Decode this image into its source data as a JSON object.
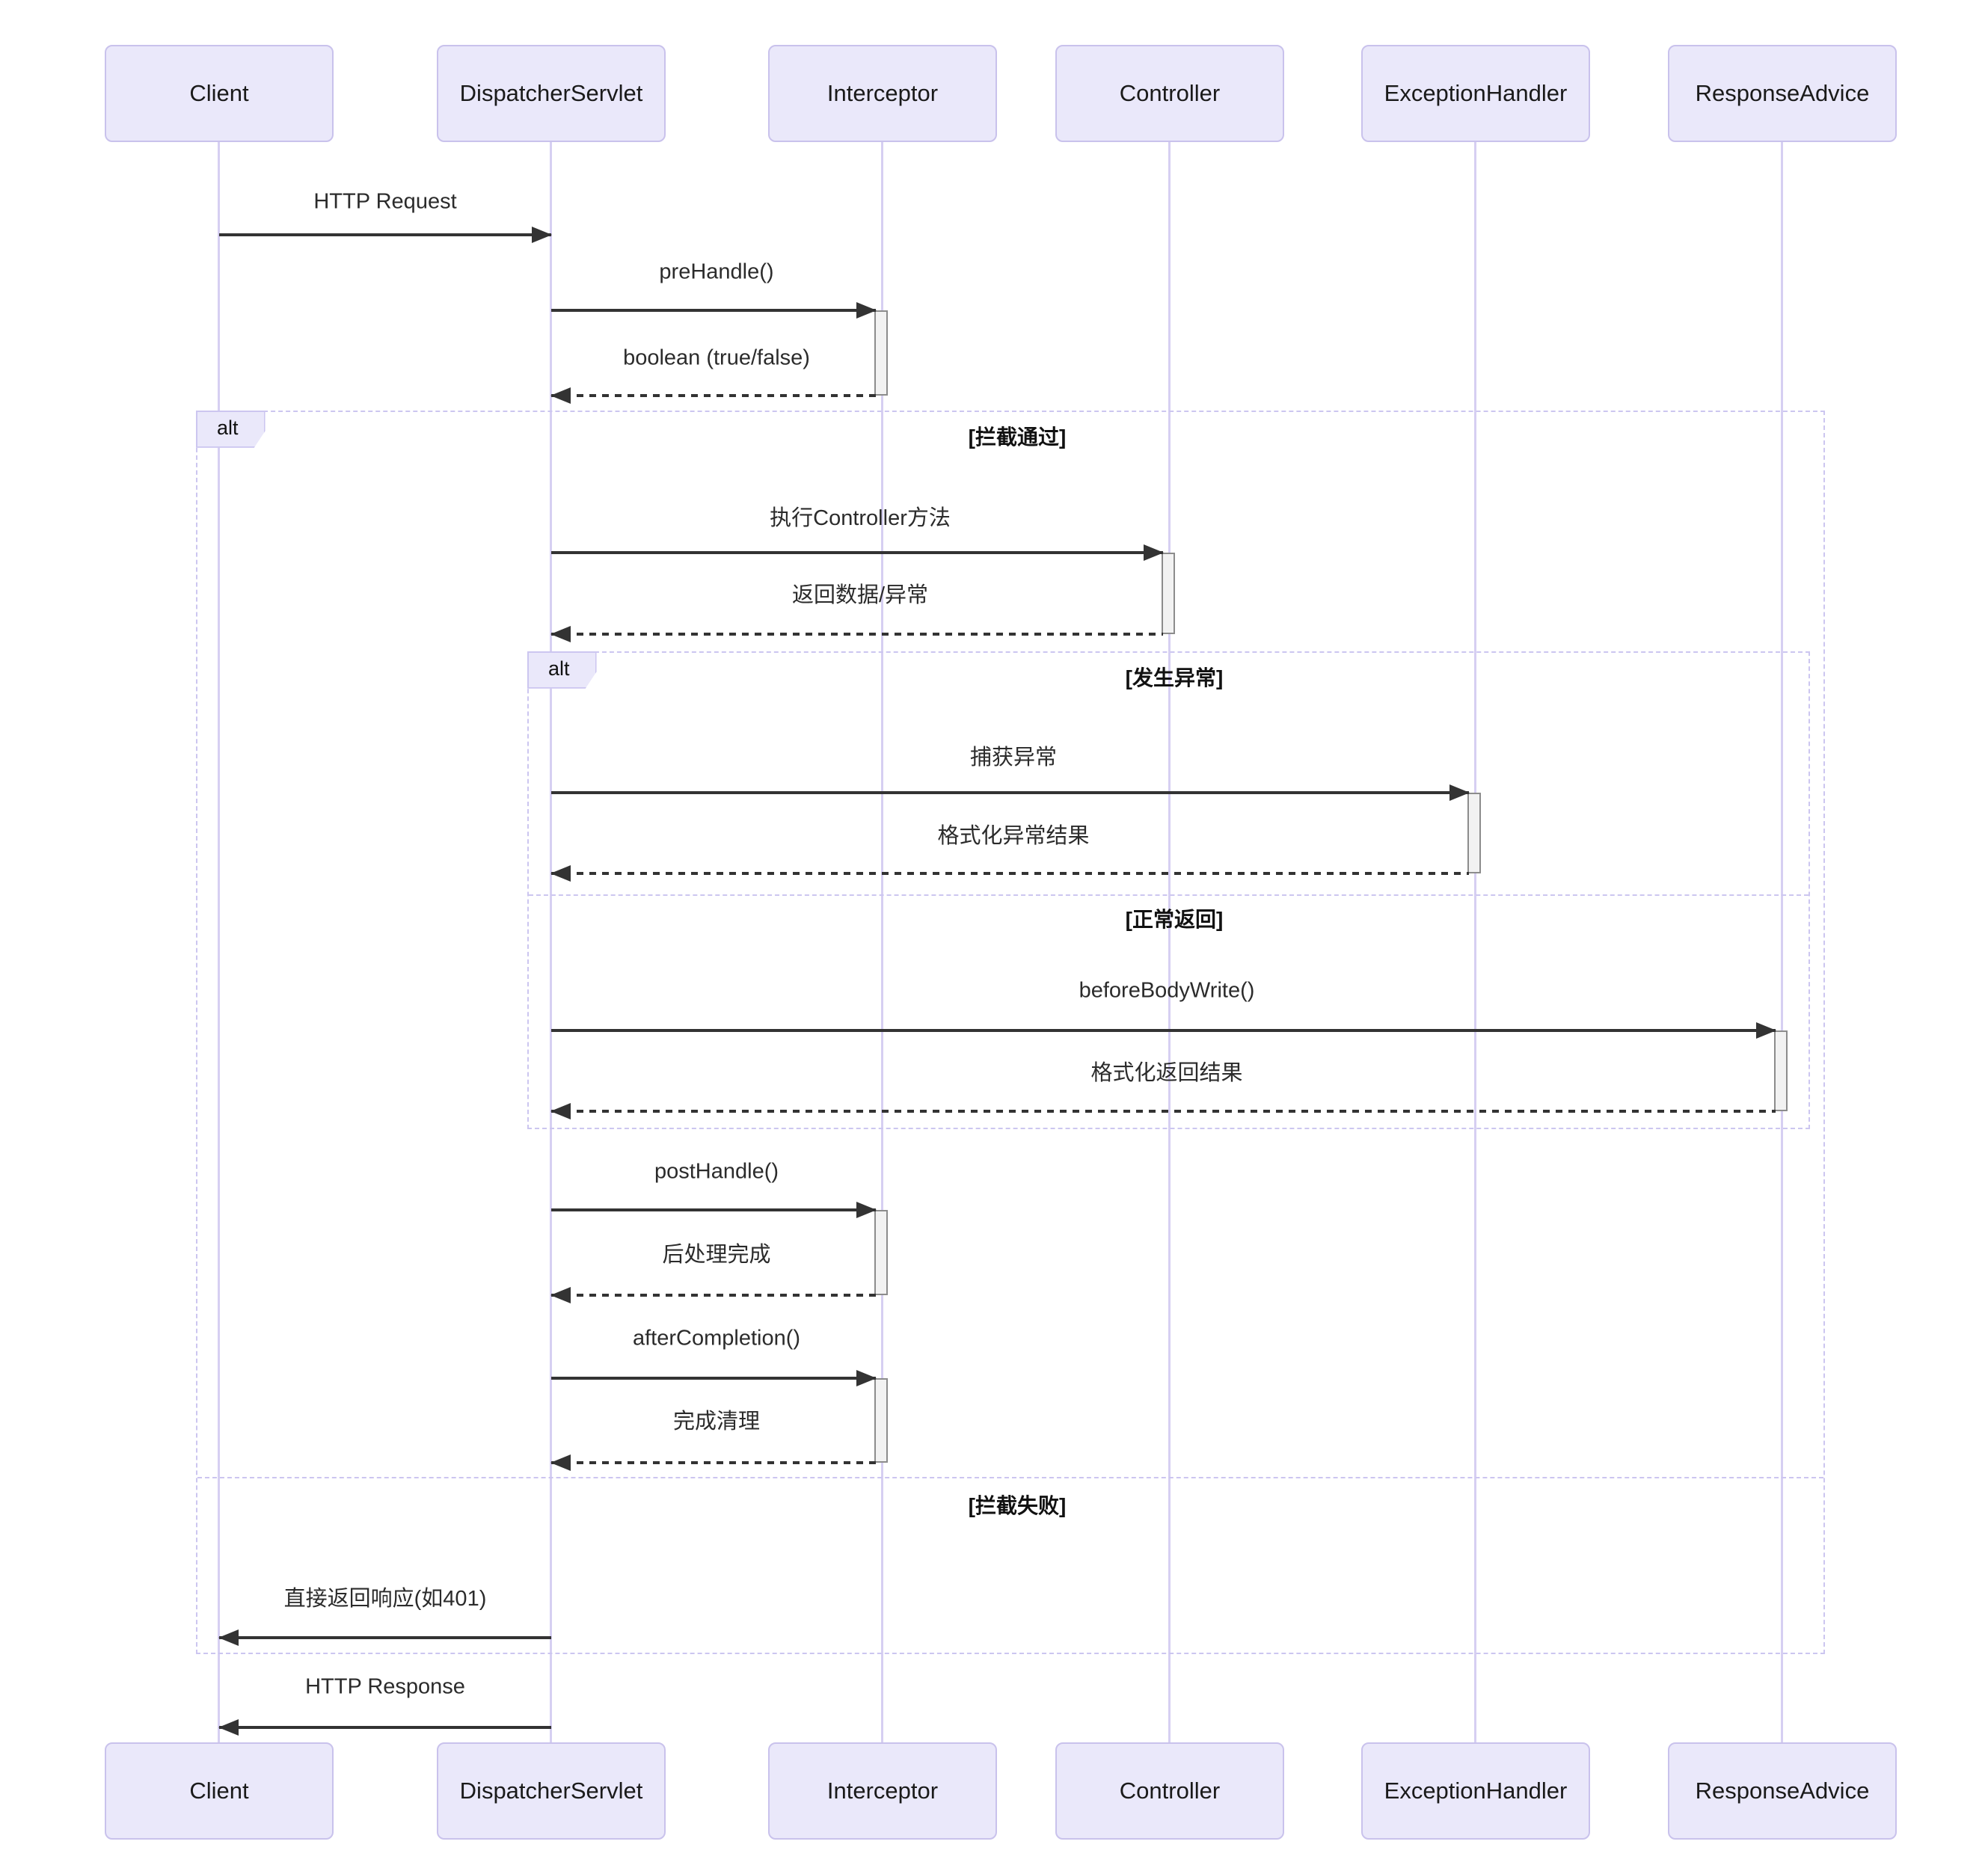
{
  "diagram": {
    "type": "sequence-diagram",
    "participants": [
      {
        "name": "Client"
      },
      {
        "name": "DispatcherServlet"
      },
      {
        "name": "Interceptor"
      },
      {
        "name": "Controller"
      },
      {
        "name": "ExceptionHandler"
      },
      {
        "name": "ResponseAdvice"
      }
    ],
    "messages": [
      {
        "label": "HTTP Request",
        "from": "Client",
        "to": "DispatcherServlet",
        "style": "solid"
      },
      {
        "label": "preHandle()",
        "from": "DispatcherServlet",
        "to": "Interceptor",
        "style": "solid"
      },
      {
        "label": "boolean (true/false)",
        "from": "Interceptor",
        "to": "DispatcherServlet",
        "style": "dashed"
      },
      {
        "label": "执行Controller方法",
        "from": "DispatcherServlet",
        "to": "Controller",
        "style": "solid"
      },
      {
        "label": "返回数据/异常",
        "from": "Controller",
        "to": "DispatcherServlet",
        "style": "dashed"
      },
      {
        "label": "捕获异常",
        "from": "DispatcherServlet",
        "to": "ExceptionHandler",
        "style": "solid"
      },
      {
        "label": "格式化异常结果",
        "from": "ExceptionHandler",
        "to": "DispatcherServlet",
        "style": "dashed"
      },
      {
        "label": "beforeBodyWrite()",
        "from": "DispatcherServlet",
        "to": "ResponseAdvice",
        "style": "solid"
      },
      {
        "label": "格式化返回结果",
        "from": "ResponseAdvice",
        "to": "DispatcherServlet",
        "style": "dashed"
      },
      {
        "label": "postHandle()",
        "from": "DispatcherServlet",
        "to": "Interceptor",
        "style": "solid"
      },
      {
        "label": "后处理完成",
        "from": "Interceptor",
        "to": "DispatcherServlet",
        "style": "dashed"
      },
      {
        "label": "afterCompletion()",
        "from": "DispatcherServlet",
        "to": "Interceptor",
        "style": "solid"
      },
      {
        "label": "完成清理",
        "from": "Interceptor",
        "to": "DispatcherServlet",
        "style": "dashed"
      },
      {
        "label": "直接返回响应(如401)",
        "from": "DispatcherServlet",
        "to": "Client",
        "style": "solid"
      },
      {
        "label": "HTTP Response",
        "from": "DispatcherServlet",
        "to": "Client",
        "style": "solid"
      }
    ],
    "frames": {
      "outer": {
        "operator": "alt",
        "condition1": "[拦截通过]",
        "condition2": "[拦截失败]"
      },
      "inner": {
        "operator": "alt",
        "condition1": "[发生异常]",
        "condition2": "[正常返回]"
      }
    },
    "colors": {
      "actor_fill": "#eae8fa",
      "actor_border": "#c9c2ec",
      "lifeline": "#d6cff2",
      "frame_border": "#ccc6f0",
      "activation_fill": "#f2f2f2",
      "activation_border": "#8c8c8c",
      "arrow": "#333333",
      "text": "#2b2b2b"
    }
  }
}
